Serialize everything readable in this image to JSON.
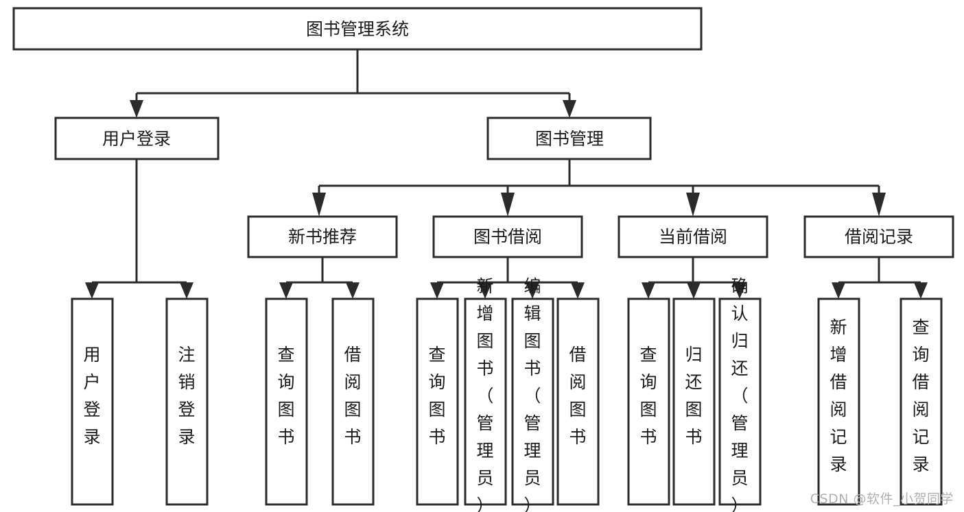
{
  "diagram": {
    "title": "图书管理系统",
    "type": "tree-structure-chart",
    "watermark": "CSDN @软件_小贺同学",
    "root": {
      "id": "root",
      "label": "图书管理系统",
      "orientation": "horizontal"
    },
    "level2": [
      {
        "id": "user-login",
        "label": "用户登录",
        "orientation": "horizontal"
      },
      {
        "id": "book-management",
        "label": "图书管理",
        "orientation": "horizontal"
      }
    ],
    "level3": [
      {
        "id": "new-book-recommend",
        "label": "新书推荐",
        "orientation": "horizontal",
        "parent": "book-management"
      },
      {
        "id": "book-borrow",
        "label": "图书借阅",
        "orientation": "horizontal",
        "parent": "book-management"
      },
      {
        "id": "current-borrow",
        "label": "当前借阅",
        "orientation": "horizontal",
        "parent": "book-management"
      },
      {
        "id": "borrow-record",
        "label": "借阅记录",
        "orientation": "horizontal",
        "parent": "book-management"
      }
    ],
    "leaves": [
      {
        "id": "leaf-user-login",
        "label": "用户登录",
        "orientation": "vertical",
        "parent": "user-login"
      },
      {
        "id": "leaf-user-logout",
        "label": "注销登录",
        "orientation": "vertical",
        "parent": "user-login"
      },
      {
        "id": "leaf-query-book-1",
        "label": "查询图书",
        "orientation": "vertical",
        "parent": "new-book-recommend"
      },
      {
        "id": "leaf-borrow-book-1",
        "label": "借阅图书",
        "orientation": "vertical",
        "parent": "new-book-recommend"
      },
      {
        "id": "leaf-query-book-2",
        "label": "查询图书",
        "orientation": "vertical",
        "parent": "book-borrow"
      },
      {
        "id": "leaf-add-book",
        "label": "新增图书（管理员）",
        "orientation": "vertical",
        "parent": "book-borrow"
      },
      {
        "id": "leaf-edit-book",
        "label": "编辑图书（管理员）",
        "orientation": "vertical",
        "parent": "book-borrow"
      },
      {
        "id": "leaf-borrow-book-2",
        "label": "借阅图书",
        "orientation": "vertical",
        "parent": "book-borrow"
      },
      {
        "id": "leaf-query-book-3",
        "label": "查询图书",
        "orientation": "vertical",
        "parent": "current-borrow"
      },
      {
        "id": "leaf-return-book",
        "label": "归还图书",
        "orientation": "vertical",
        "parent": "current-borrow"
      },
      {
        "id": "leaf-confirm-return",
        "label": "确认归还（管理员）",
        "orientation": "vertical",
        "parent": "current-borrow"
      },
      {
        "id": "leaf-add-record",
        "label": "新增借阅记录",
        "orientation": "vertical",
        "parent": "borrow-record"
      },
      {
        "id": "leaf-query-record",
        "label": "查询借阅记录",
        "orientation": "vertical",
        "parent": "borrow-record"
      }
    ],
    "colors": {
      "stroke": "#2b2b2b",
      "fill": "#ffffff",
      "text": "#1a1a1a",
      "watermark": "#b0b0b0",
      "background": "#ffffff"
    }
  }
}
